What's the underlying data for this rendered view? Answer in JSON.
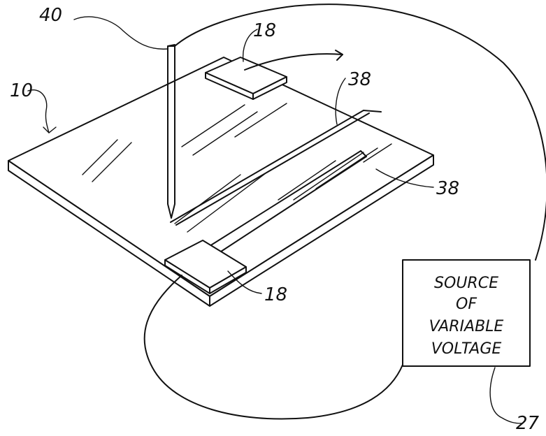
{
  "labels": {
    "substrate": "10",
    "probe": "40",
    "pad_top": "18",
    "pad_bottom": "18",
    "strip_upper": "38",
    "strip_lower": "38",
    "source_ref": "27"
  },
  "source_box": {
    "lines": [
      "SOURCE",
      "OF",
      "VARIABLE",
      "VOLTAGE"
    ]
  }
}
